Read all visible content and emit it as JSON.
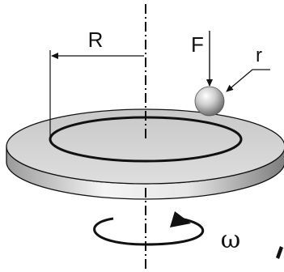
{
  "diagram": {
    "labels": {
      "radius": "R",
      "force": "F",
      "ball_radius": "r",
      "angular_velocity": "ω"
    },
    "colors": {
      "line": "#111111",
      "disk_top": "#d2d2d2",
      "disk_side_light": "#f2f2f2",
      "disk_side_dark": "#8a8a8a",
      "ball_light": "#f5f5f5",
      "ball_dark": "#6e6e6e"
    }
  }
}
